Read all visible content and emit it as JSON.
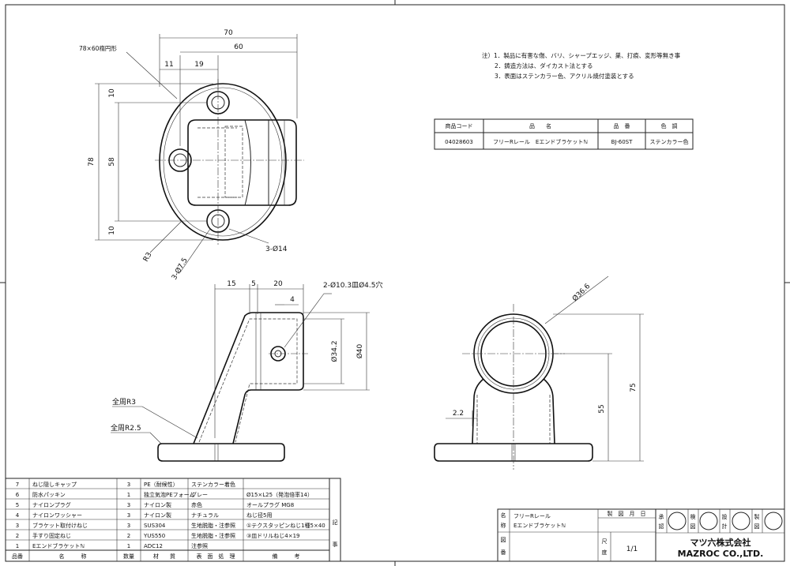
{
  "notes": [
    "注）1．製品に有害な傷、バリ、シャープエッジ、巣、打痕、変形等無き事",
    "2．鋳造方法は、ダイカスト法とする",
    "3．表面はステンカラー色、アクリル焼付塗装とする"
  ],
  "product_table": {
    "headers": [
      "商品コード",
      "品　　名",
      "品　番",
      "色　調"
    ],
    "row": [
      "04028603",
      "フリーRレール　Eエンドブラケットℕ",
      "BJ-60ST",
      "ステンカラー色"
    ]
  },
  "top_view": {
    "dim_70": "70",
    "dim_60": "60",
    "dim_11": "11",
    "dim_19": "19",
    "oval_label": "78×60楕円形",
    "dim_78": "78",
    "dim_58": "58",
    "dim_10_top": "10",
    "dim_10_bot": "10",
    "hole_label": "3-Ø14",
    "radius_label": "R3",
    "hole_small_label": "3-Ø7.5"
  },
  "side_view": {
    "dim_15": "15",
    "dim_5": "5",
    "dim_20": "20",
    "dim_4": "4",
    "hole_label": "2-Ø10.3皿Ø4.5穴",
    "dim_34_2": "Ø34.2",
    "dim_40": "Ø40",
    "fillet_r3": "全周R3",
    "fillet_r25": "全周R2.5"
  },
  "front_view": {
    "dim_36_6": "Ø36.6",
    "dim_75": "75",
    "dim_55": "55",
    "dim_2_2": "2.2"
  },
  "bom": {
    "rows": [
      [
        "7",
        "ねじ隠しキャップ",
        "3",
        "PE（耐候性）",
        "ステンカラー着色",
        ""
      ],
      [
        "6",
        "防水パッキン",
        "1",
        "独立気泡PEフォーム",
        "グレー",
        "Ø15×L25（発泡倍率14）"
      ],
      [
        "5",
        "ナイロンプラグ",
        "3",
        "ナイロン製",
        "赤色",
        "オールプラグ MG8"
      ],
      [
        "4",
        "ナイロンワッシャー",
        "3",
        "ナイロン製",
        "ナチュラル",
        "ねじ径5用"
      ],
      [
        "3",
        "ブラケット取付けねじ",
        "3",
        "SUS304",
        "生地脱脂・注参照",
        "①テクスタッピンねじ1種5×40"
      ],
      [
        "2",
        "手すり固定ねじ",
        "2",
        "YUS550",
        "生地脱脂・注参照",
        "③皿ドリルねじ4×19"
      ],
      [
        "1",
        "Eエンドブラケットℕ",
        "1",
        "ADC12",
        "注参照",
        ""
      ]
    ],
    "headers": [
      "品番",
      "名　　　称",
      "数量",
      "材　　質",
      "表　面　処　理",
      "備　　　考"
    ],
    "side_label_1": "記",
    "side_label_2": "事"
  },
  "title_block": {
    "name_label_1": "名",
    "name_label_2": "称",
    "name_1": "フリーRレール",
    "name_2": "Eエンドブラケットℕ",
    "drawing_label_1": "図",
    "drawing_label_2": "番",
    "date_label": "製　図　月　日",
    "scale_label_1": "尺",
    "scale_label_2": "度",
    "scale_value": "1/1",
    "approval": [
      "承",
      "認",
      "検",
      "図",
      "設",
      "計",
      "製",
      "図"
    ],
    "company_jp": "マツ六株式会社",
    "company_en": "MAZROC CO.,LTD."
  }
}
